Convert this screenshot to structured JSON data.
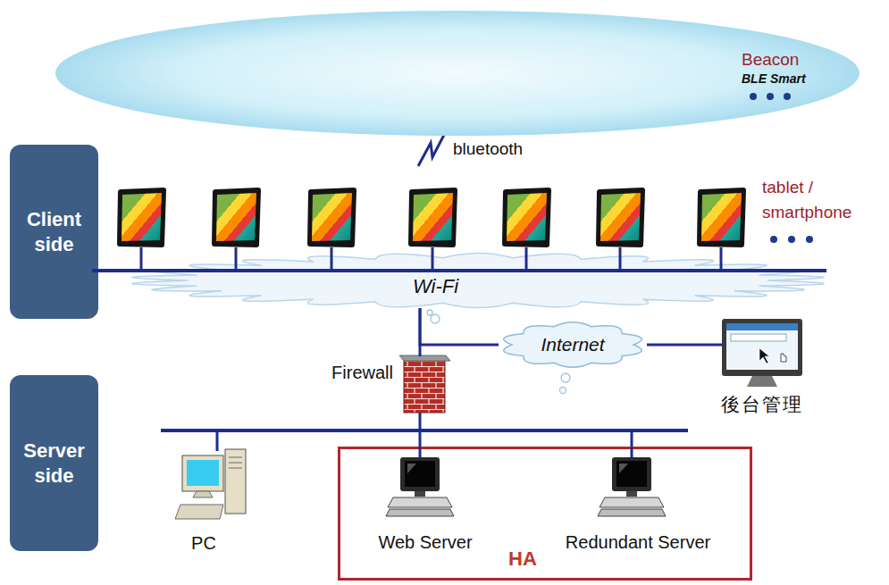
{
  "diagram": {
    "nodes": [
      {
        "text": [
          "Beacon",
          "BLE Smart"
        ]
      },
      {
        "text": [
          "Client side"
        ]
      },
      {
        "text": [
          "Wi-Fi"
        ]
      },
      {
        "text": [
          "Internet"
        ]
      },
      {
        "text": [
          "Server side"
        ]
      },
      {
        "text": [
          "HA"
        ]
      }
    ],
    "edges": [
      {
        "from": 2,
        "to": 3,
        "arrow": "none"
      }
    ],
    "labels": [
      "bluetooth",
      "tablet / smartphone",
      "Firewall",
      "後台管理",
      "PC",
      "Web Server",
      "Redundant Server"
    ]
  }
}
